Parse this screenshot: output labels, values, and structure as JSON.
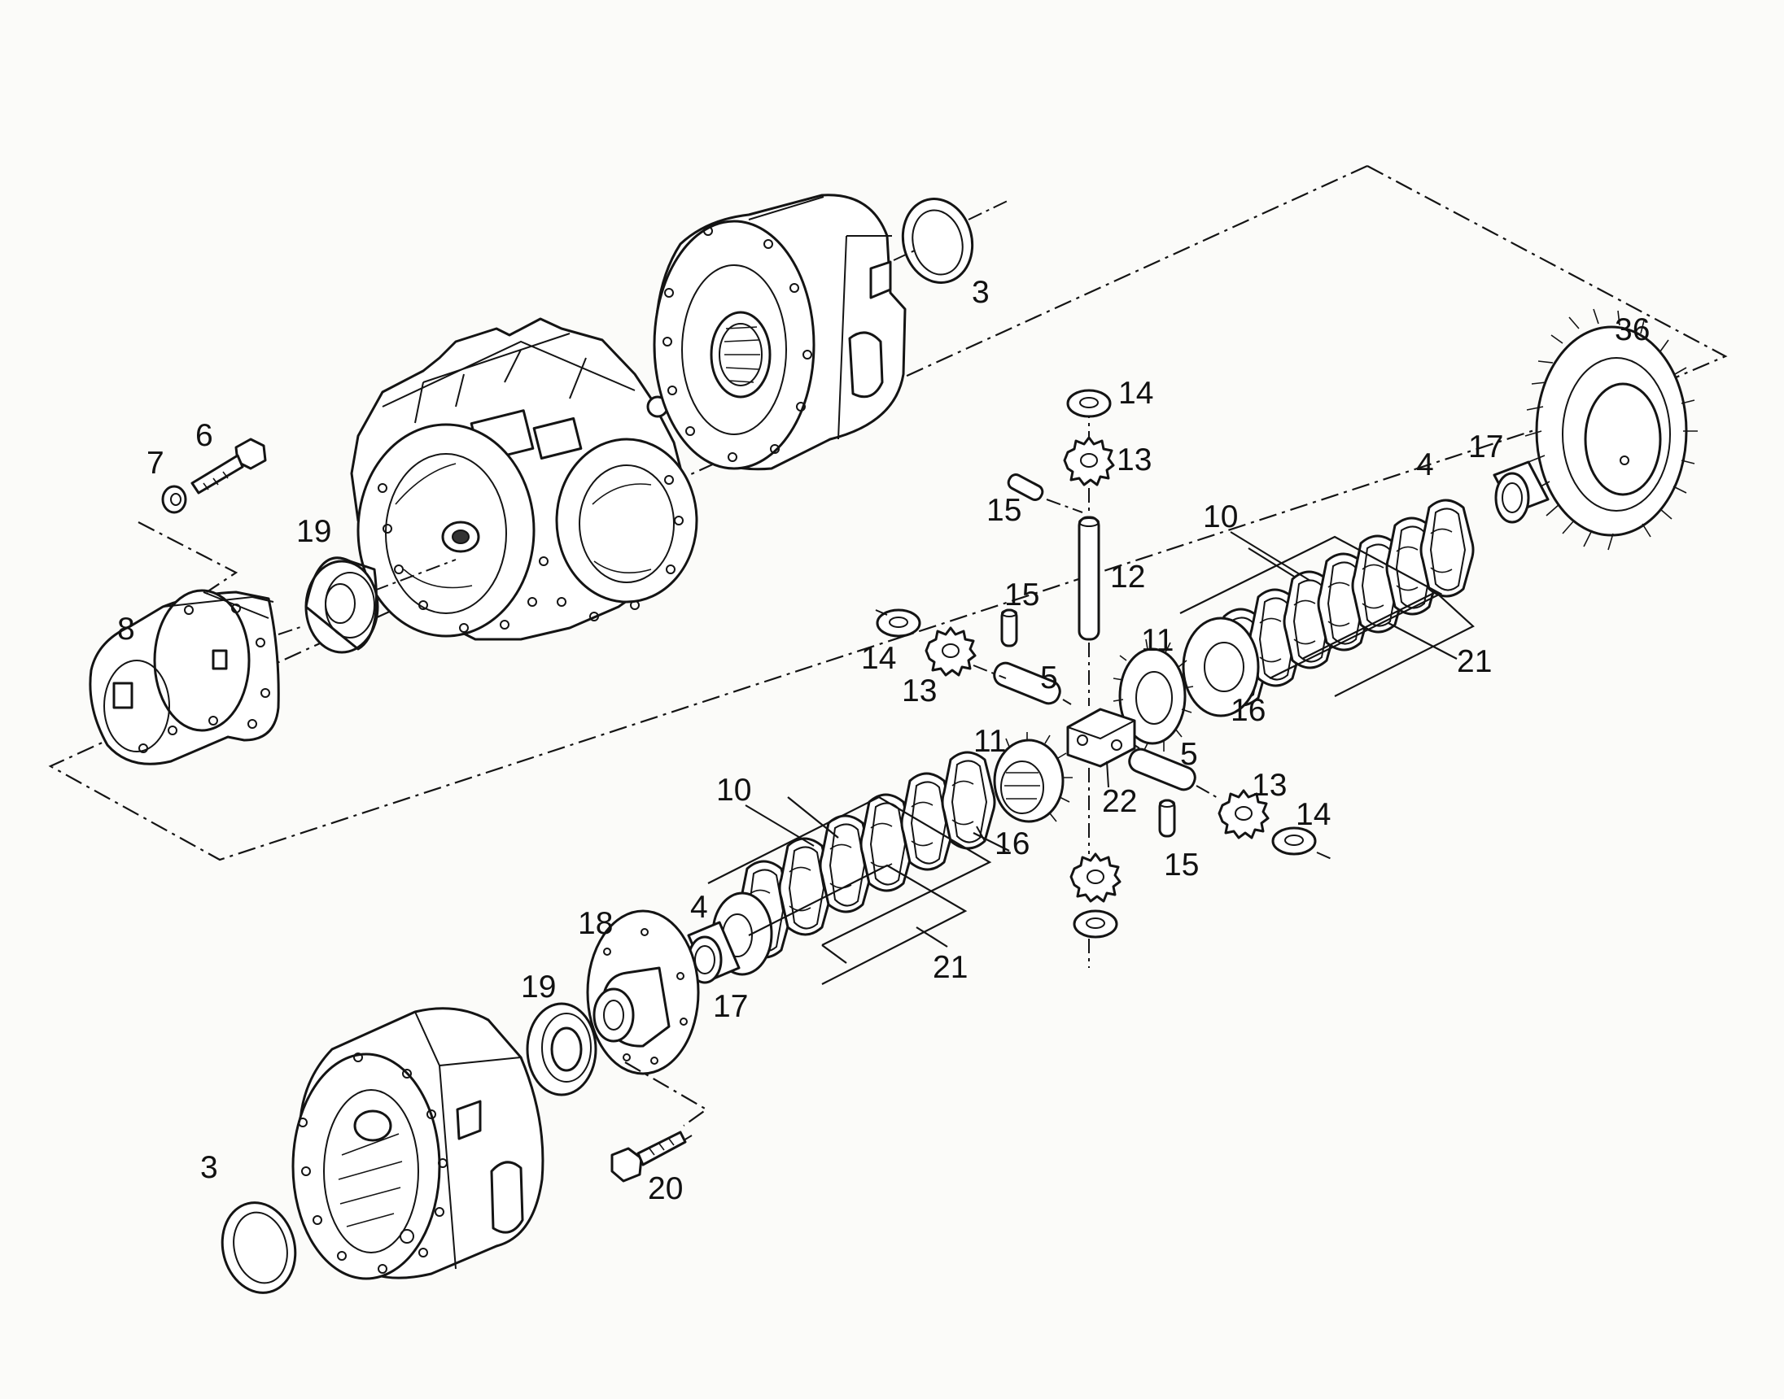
{
  "diagram": {
    "type": "exploded parts view",
    "labels": {
      "l3a": "3",
      "l3b": "3",
      "l4a": "4",
      "l4b": "4",
      "l5a": "5",
      "l5b": "5",
      "l6": "6",
      "l7": "7",
      "l8": "8",
      "l10a": "10",
      "l10b": "10",
      "l11a": "11",
      "l11b": "11",
      "l12": "12",
      "l13a": "13",
      "l13b": "13",
      "l13c": "13",
      "l14a": "14",
      "l14b": "14",
      "l14c": "14",
      "l15a": "15",
      "l15b": "15",
      "l15c": "15",
      "l16a": "16",
      "l16b": "16",
      "l17a": "17",
      "l17b": "17",
      "l18": "18",
      "l19a": "19",
      "l19b": "19",
      "l20": "20",
      "l21a": "21",
      "l21b": "21",
      "l22": "22",
      "l36": "36"
    }
  }
}
